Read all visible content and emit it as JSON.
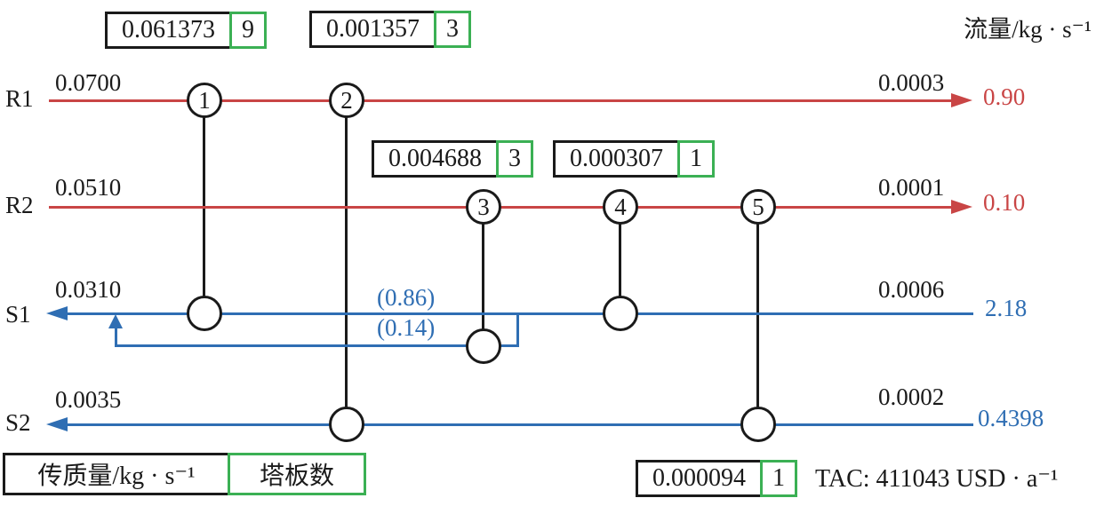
{
  "title": {
    "flow_unit": "流量/kg · s⁻¹"
  },
  "streams": {
    "r1": {
      "label": "R1",
      "inlet": "0.0700",
      "outlet": "0.0003",
      "flowrate": "0.90"
    },
    "r2": {
      "label": "R2",
      "inlet": "0.0510",
      "outlet": "0.0001",
      "flowrate": "0.10"
    },
    "s1": {
      "label": "S1",
      "outlet": "0.0310",
      "inlet": "0.0006",
      "flowrate": "2.18",
      "split_main_fraction": "(0.86)",
      "split_branch_fraction": "(0.14)"
    },
    "s2": {
      "label": "S2",
      "outlet": "0.0035",
      "inlet": "0.0002",
      "flowrate": "0.4398"
    }
  },
  "exchangers": [
    {
      "number": "1",
      "mass_transfer": "0.061373",
      "trays": "9"
    },
    {
      "number": "2",
      "mass_transfer": "0.001357",
      "trays": "3"
    },
    {
      "number": "3",
      "mass_transfer": "0.004688",
      "trays": "3"
    },
    {
      "number": "4",
      "mass_transfer": "0.000307",
      "trays": "1"
    },
    {
      "number": "5",
      "mass_transfer": "0.000094",
      "trays": "1"
    }
  ],
  "legend": {
    "mass_transfer_unit": "传质量/kg · s⁻¹",
    "tray_count": "塔板数"
  },
  "summary": {
    "tac": "TAC: 411043 USD · a⁻¹"
  },
  "colors": {
    "rich_stream": "#c94545",
    "lean_stream": "#2f6eb3",
    "tray_box_border": "#3bb054",
    "ink": "#1a1a1a"
  }
}
